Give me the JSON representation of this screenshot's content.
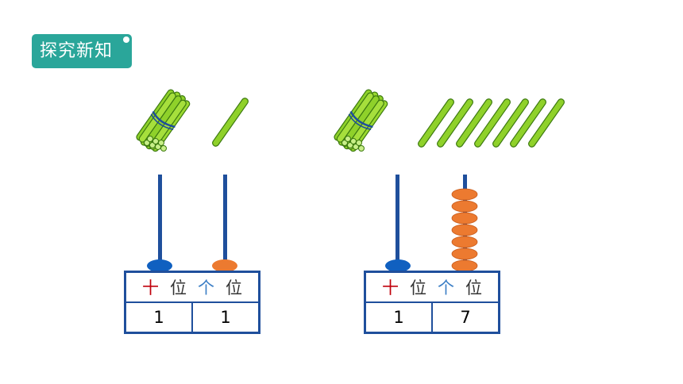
{
  "badge": {
    "label": "探究新知"
  },
  "left_group": {
    "bundles": 1,
    "single_sticks": 1,
    "tens_beads": 1,
    "ones_beads": 1,
    "header": {
      "tens_char": "十",
      "tens_wei": "位",
      "ones_char": "个",
      "ones_wei": "位"
    },
    "tens_value": "1",
    "ones_value": "1"
  },
  "right_group": {
    "bundles": 1,
    "single_sticks": 7,
    "tens_beads": 1,
    "ones_beads": 7,
    "header": {
      "tens_char": "十",
      "tens_wei": "位",
      "ones_char": "个",
      "ones_wei": "位"
    },
    "tens_value": "1",
    "ones_value": "7"
  },
  "colors": {
    "stick_green": "#8fd12a",
    "stick_dark": "#3d7a10",
    "rod_blue": "#1f4f9c",
    "tens_bead": "#1060c0",
    "ones_bead": "#ec7a30",
    "badge_teal": "#2aa69a"
  }
}
